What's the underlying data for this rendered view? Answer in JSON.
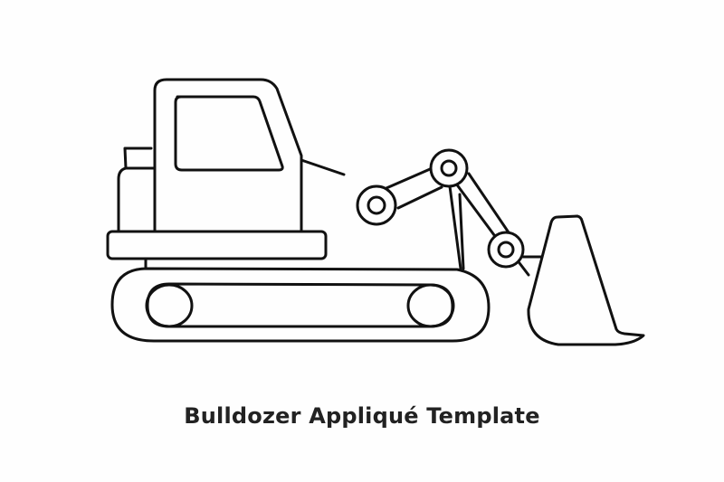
{
  "title": "Bulldozer Appliqué Template",
  "colors": {
    "background": "#fefefe",
    "stroke": "#111111",
    "title_text": "#222222"
  },
  "illustration": {
    "subject": "bulldozer-outline",
    "stroke_width": 3,
    "parts": [
      "cab",
      "window",
      "exhaust-stub",
      "body-platform",
      "engine-housing",
      "arm-links",
      "pivot-joints",
      "bucket",
      "track",
      "track-wheels"
    ]
  }
}
